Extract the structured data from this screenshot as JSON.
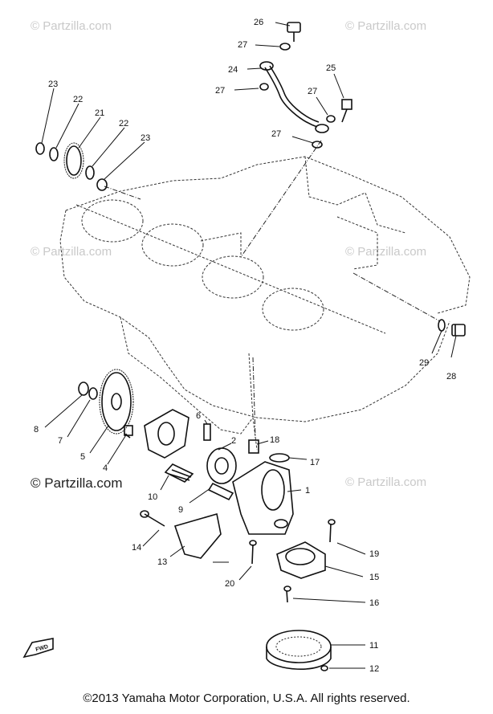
{
  "watermark": "© Partzilla.com",
  "copyright": "©2013  Yamaha Motor Corporation, U.S.A. All rights reserved.",
  "fwd_label": "FWD",
  "callouts": {
    "n1": "1",
    "n2": "2",
    "n4": "4",
    "n5": "5",
    "n6": "6",
    "n7": "7",
    "n8": "8",
    "n9": "9",
    "n10": "10",
    "n11": "11",
    "n12": "12",
    "n13": "13",
    "n14": "14",
    "n15": "15",
    "n16": "16",
    "n17": "17",
    "n18": "18",
    "n19": "19",
    "n20": "20",
    "n21": "21",
    "n22a": "22",
    "n22b": "22",
    "n23a": "23",
    "n23b": "23",
    "n24": "24",
    "n25": "25",
    "n26": "26",
    "n27a": "27",
    "n27b": "27",
    "n27c": "27",
    "n27d": "27",
    "n28": "28",
    "n29": "29"
  }
}
